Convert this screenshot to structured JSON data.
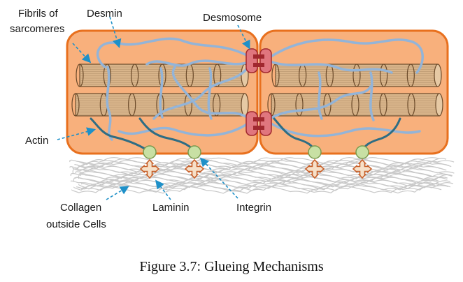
{
  "labels": {
    "fibrils_line1": "Fibrils of",
    "fibrils_line2": "sarcomeres",
    "desmin": "Desmin",
    "desmosome": "Desmosome",
    "actin": "Actin",
    "collagen_line1": "Collagen",
    "collagen_line2": "outside Cells",
    "laminin": "Laminin",
    "integrin": "Integrin"
  },
  "caption": "Figure 3.7: Glueing Mechanisms",
  "colors": {
    "cell_fill": "#F8B07C",
    "cell_stroke": "#E8701E",
    "fibril_fill": "#D8B48A",
    "fibril_stroke": "#6B4A2A",
    "desmin": "#93B4D8",
    "actin": "#2E6D84",
    "integrin_fill": "#C8E0A4",
    "integrin_stroke": "#7A9A4E",
    "laminin_fill": "#F6E0C8",
    "laminin_stroke": "#C8602A",
    "desmosome_fill": "#E0767E",
    "desmosome_core": "#A0282E",
    "collagen": "#C8C8C8",
    "callout": "#1E90C8"
  }
}
